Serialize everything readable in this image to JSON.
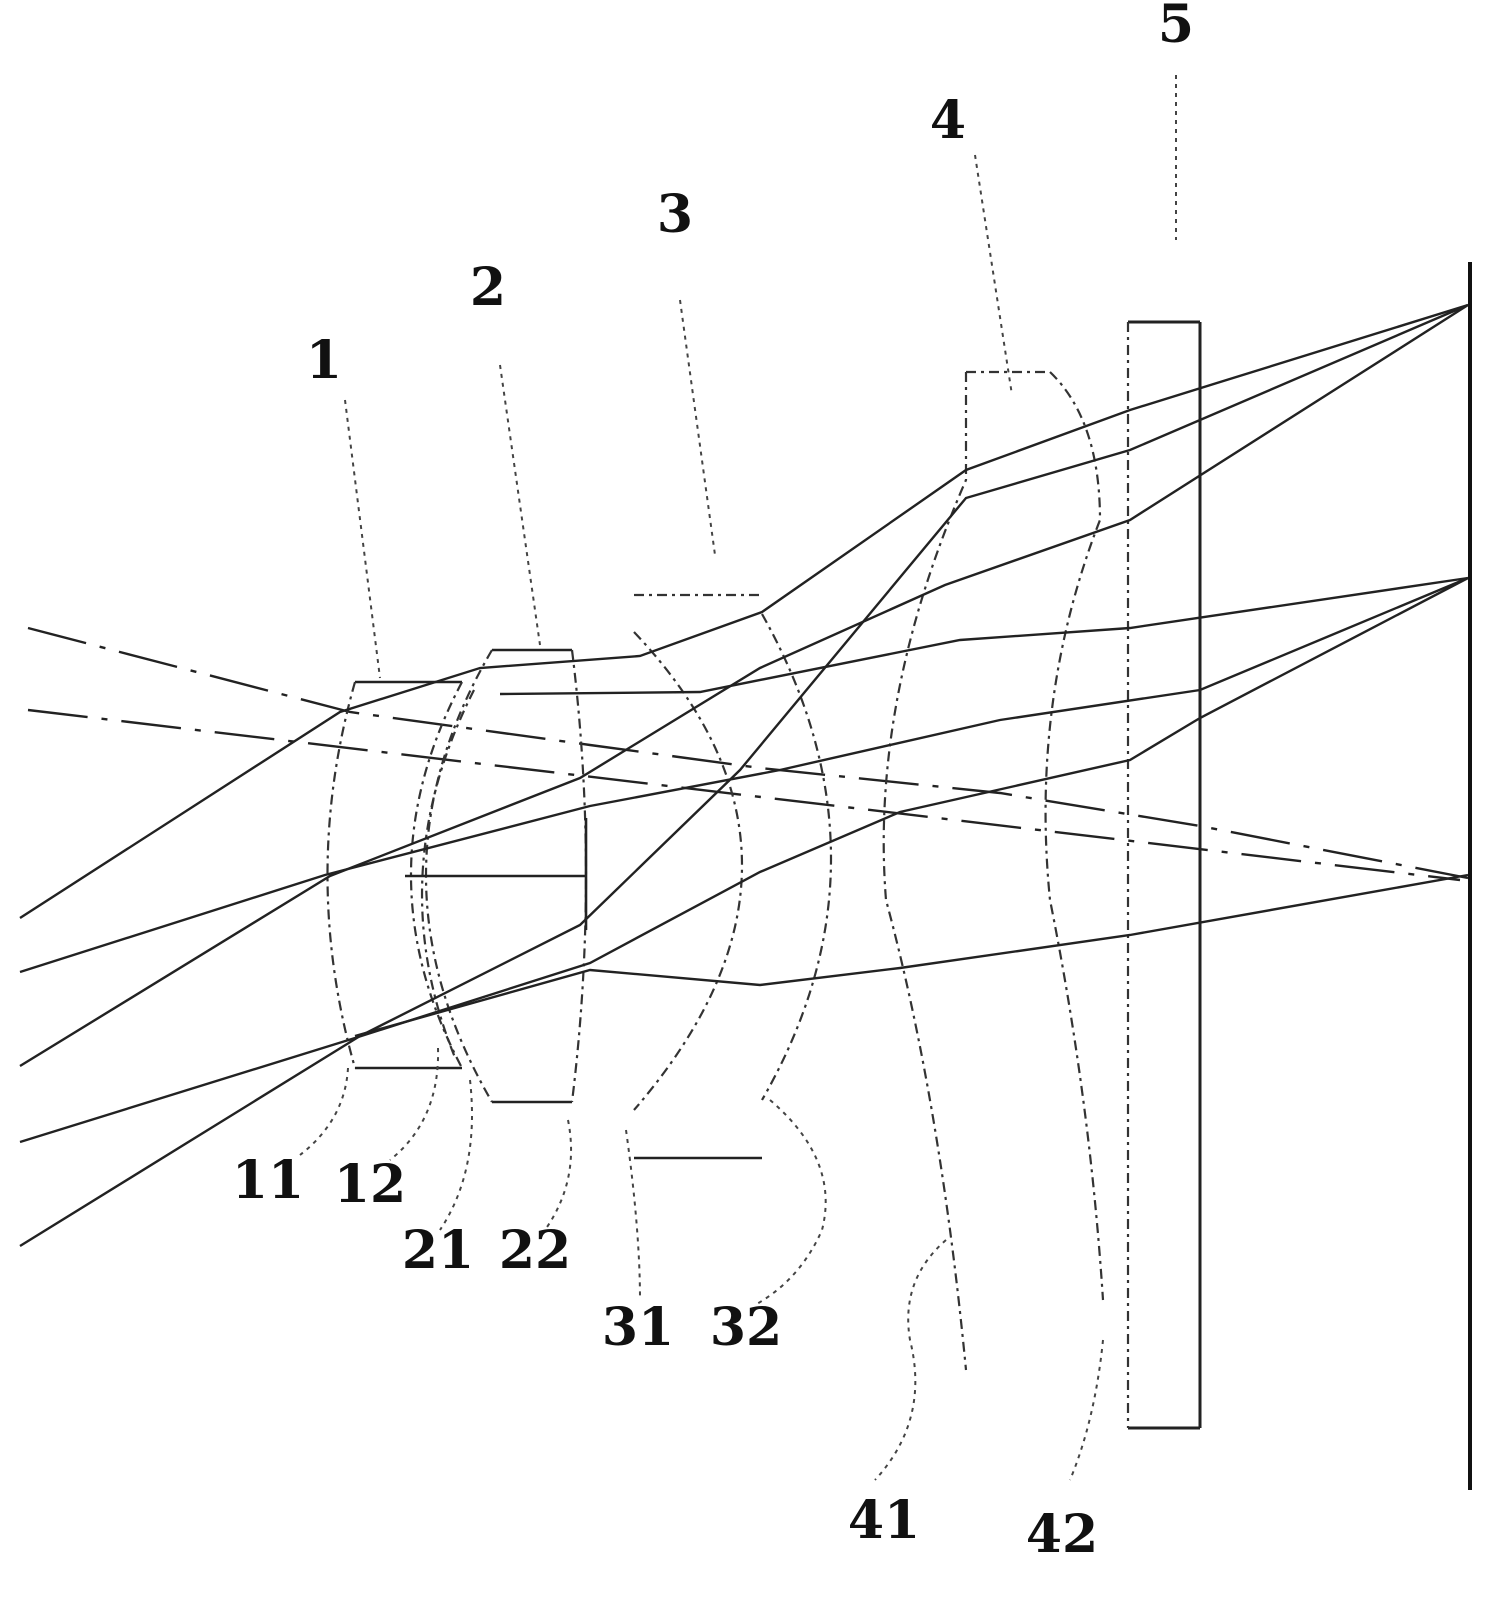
{
  "figure": {
    "labels": {
      "lens1": "1",
      "lens2": "2",
      "lens3": "3",
      "lens4": "4",
      "filter5": "5",
      "s11": "11",
      "s12": "12",
      "s21": "21",
      "s22": "22",
      "s31": "31",
      "s32": "32",
      "s41": "41",
      "s42": "42"
    }
  }
}
